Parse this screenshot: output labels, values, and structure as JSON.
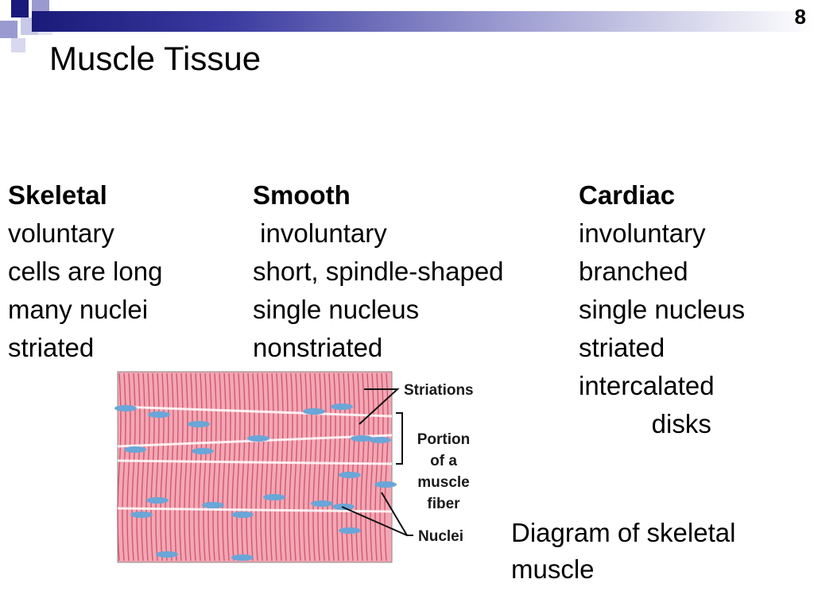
{
  "slide": {
    "number": "8",
    "title": "Muscle Tissue"
  },
  "columns": [
    {
      "heading": "Skeletal",
      "lines": [
        "voluntary",
        "cells are long",
        "many nuclei",
        "striated"
      ]
    },
    {
      "heading": "Smooth",
      "lines": [
        " involuntary",
        "short, spindle-shaped",
        "single nucleus",
        "nonstriated"
      ]
    },
    {
      "heading": "Cardiac",
      "lines": [
        "involuntary",
        "branched",
        "single nucleus",
        "striated",
        "intercalated",
        "          disks"
      ]
    }
  ],
  "diagram": {
    "labels": {
      "striations": "Striations",
      "portion_1": "Portion",
      "portion_2": "of a",
      "portion_3": "muscle",
      "portion_4": "fiber",
      "nuclei": "Nuclei"
    },
    "colors": {
      "fiber": "#f4a6b4",
      "striation": "#c0405a",
      "nucleus": "#6aa6d8"
    }
  },
  "caption": {
    "line1": "Diagram of skeletal",
    "line2": "muscle"
  },
  "icons": {
    "decoration": "overlapping-squares-icon"
  }
}
